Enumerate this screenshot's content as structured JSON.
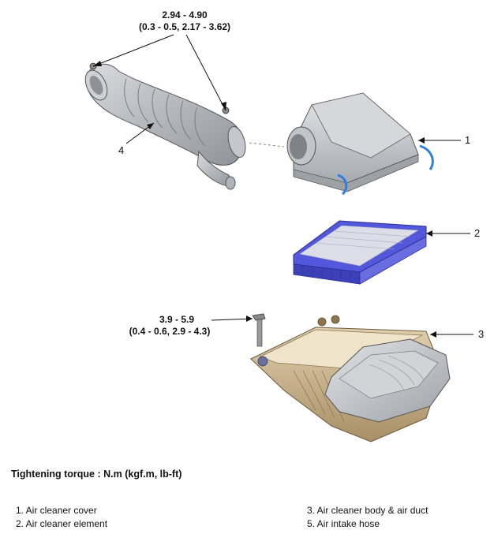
{
  "torque_top": {
    "line1": "2.94 - 4.90",
    "line2": "(0.3 - 0.5, 2.17 - 3.62)"
  },
  "torque_mid": {
    "line1": "3.9 - 5.9",
    "line2": "(0.4 - 0.6, 2.9 - 4.3)"
  },
  "callouts": [
    "1",
    "2",
    "3",
    "4"
  ],
  "heading": "Tightening torque : N.m (kgf.m, lb-ft)",
  "legend": {
    "left": [
      "1. Air cleaner cover",
      "2. Air cleaner element"
    ],
    "right": [
      "3. Air cleaner body & air duct",
      "5. Air intake hose"
    ]
  },
  "colors": {
    "cover": "#c9ccd0",
    "filter_frame": "#4b4fd6",
    "body": "#cdb58f",
    "duct": "#b9bcc1",
    "clip": "#2f7fe0"
  }
}
